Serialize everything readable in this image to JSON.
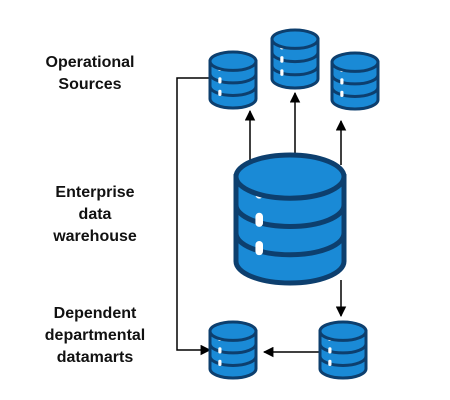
{
  "labels": {
    "operational": [
      "Operational",
      "Sources"
    ],
    "enterprise": [
      "Enterprise",
      "data",
      "warehouse"
    ],
    "dependent": [
      "Dependent",
      "departmental",
      "datamarts"
    ]
  },
  "colors": {
    "cylinder_fill": "#1a8ad6",
    "cylinder_outline": "#0d3f6e",
    "highlight": "#ffffff",
    "line": "#000000",
    "text": "#111111"
  },
  "icons": {
    "database": "database-cylinder-icon"
  }
}
